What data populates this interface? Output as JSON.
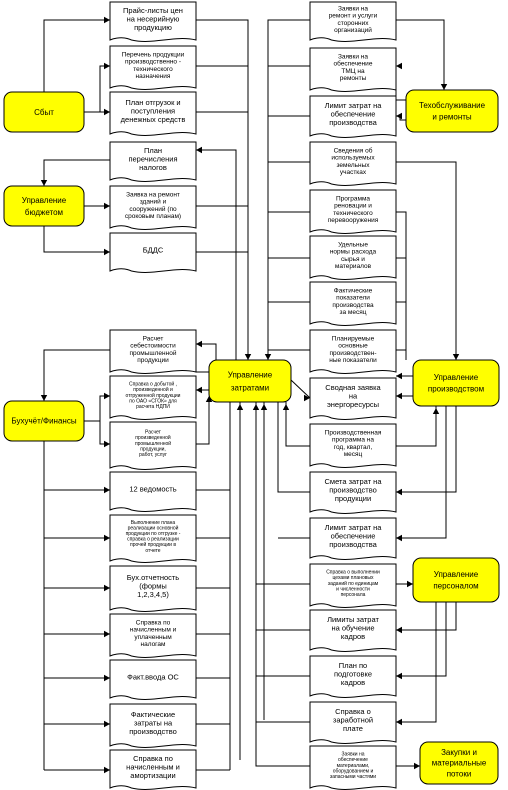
{
  "units": [
    {
      "id": "sales",
      "label": [
        "Сбыт"
      ]
    },
    {
      "id": "budget",
      "label": [
        "Управление",
        "бюджетом"
      ]
    },
    {
      "id": "accounting",
      "label": [
        "Бухучёт/Финансы"
      ]
    },
    {
      "id": "cost",
      "label": [
        "Управление",
        "затратами"
      ]
    },
    {
      "id": "maintenance",
      "label": [
        "Техобслуживание",
        "и ремонты"
      ]
    },
    {
      "id": "production",
      "label": [
        "Управление",
        "производством"
      ]
    },
    {
      "id": "personnel",
      "label": [
        "Управление",
        "персоналом"
      ]
    },
    {
      "id": "procurement",
      "label": [
        "Закупки и",
        "материальные",
        "потоки"
      ]
    }
  ],
  "documents": [
    {
      "id": "L1",
      "lines": [
        "Прайс-листы цен",
        "на несерийную",
        "продукцию"
      ]
    },
    {
      "id": "L2",
      "lines": [
        "Перечень продукции",
        "производственно -",
        "технического",
        "назначения"
      ]
    },
    {
      "id": "L3",
      "lines": [
        "План отгрузок и",
        "поступления",
        "денежных средств"
      ]
    },
    {
      "id": "L4",
      "lines": [
        "План",
        "перечисления",
        "налогов"
      ]
    },
    {
      "id": "L5",
      "lines": [
        "Заявка на ремонт",
        "зданий и",
        "сооружений (по",
        "сроковым планам)"
      ]
    },
    {
      "id": "L6",
      "lines": [
        "БДДС"
      ]
    },
    {
      "id": "L7",
      "lines": [
        "Расчет",
        "себестоимости",
        "промышленной",
        "продукции"
      ]
    },
    {
      "id": "L8",
      "lines": [
        "Справка о добытой ,",
        "произведенной и",
        "отгруженной продукции",
        "по ОАО «СГОК» для",
        "расчета НДПИ"
      ]
    },
    {
      "id": "L9",
      "lines": [
        "Расчет",
        "произведенной",
        "промышленной",
        "продукции,",
        "работ, услуг"
      ]
    },
    {
      "id": "L10",
      "lines": [
        "12 ведомость"
      ]
    },
    {
      "id": "L11",
      "lines": [
        "Выполнение плана",
        "реализации основной",
        "продукции по отгрузке -",
        "справка о реализации",
        "прочей продукции в",
        "отчете"
      ]
    },
    {
      "id": "L12",
      "lines": [
        "Бух.отчетность",
        "(формы",
        "1,2,3,4,5)"
      ]
    },
    {
      "id": "L13",
      "lines": [
        "Справка по",
        "начисленным и",
        "уплаченным",
        "налогам"
      ]
    },
    {
      "id": "L14",
      "lines": [
        "Факт.ввода ОС"
      ]
    },
    {
      "id": "L15",
      "lines": [
        "Фактические",
        "затраты на",
        "производство"
      ]
    },
    {
      "id": "L16",
      "lines": [
        "Справка по",
        "начисленным и",
        "амортизации"
      ]
    },
    {
      "id": "R1",
      "lines": [
        "Заявки на",
        "ремонт и услуги",
        "сторонних",
        "организаций"
      ]
    },
    {
      "id": "R2",
      "lines": [
        "Заявки на",
        "обеспечение",
        "ТМЦ на",
        "ремонты"
      ]
    },
    {
      "id": "R3",
      "lines": [
        "Лимит затрат на",
        "обеспечение",
        "производства"
      ]
    },
    {
      "id": "R4",
      "lines": [
        "Сведения об",
        "используемых",
        "земельных",
        "участках"
      ]
    },
    {
      "id": "R5",
      "lines": [
        "Программа",
        "реновации и",
        "технического",
        "перевооружения"
      ]
    },
    {
      "id": "R6",
      "lines": [
        "Удельные",
        "нормы расхода",
        "сырья и",
        "материалов"
      ]
    },
    {
      "id": "R7",
      "lines": [
        "Фактические",
        "показатели",
        "производства",
        "за месяц"
      ]
    },
    {
      "id": "R8",
      "lines": [
        "Планируемые",
        "основные",
        "производствен-",
        "ные показатели"
      ]
    },
    {
      "id": "R9",
      "lines": [
        "Сводная заявка",
        "на",
        "энергоресурсы"
      ]
    },
    {
      "id": "R10",
      "lines": [
        "Производственная",
        "программа на",
        "год, квартал,",
        "месяц"
      ]
    },
    {
      "id": "R11",
      "lines": [
        "Смета затрат на",
        "производство",
        "продукции"
      ]
    },
    {
      "id": "R12",
      "lines": [
        "Лимит затрат на",
        "обеспечение",
        "производства"
      ]
    },
    {
      "id": "R13",
      "lines": [
        "Справка о выполнении",
        "цехами плановых",
        "заданий по единицам",
        "и численности",
        "персонала"
      ]
    },
    {
      "id": "R14",
      "lines": [
        "Лимиты затрат",
        "на обучение",
        "кадров"
      ]
    },
    {
      "id": "R15",
      "lines": [
        "План по",
        "подготовке",
        "кадров"
      ]
    },
    {
      "id": "R16",
      "lines": [
        "Справка о",
        "заработной",
        "плате"
      ]
    },
    {
      "id": "R17",
      "lines": [
        "Заявки на",
        "обеспечение",
        "материалами,",
        "оборудованием и",
        "запасными частями"
      ]
    }
  ]
}
